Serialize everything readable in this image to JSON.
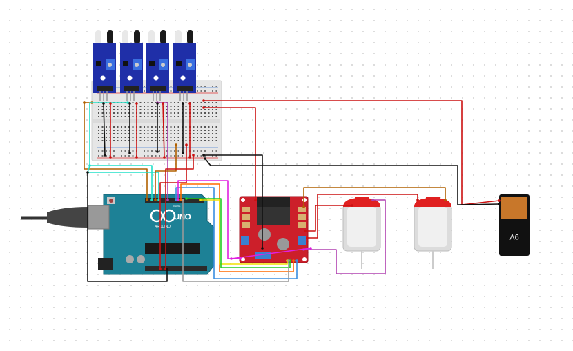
{
  "canvas": {
    "type": "circuit-schematic"
  },
  "arduino": {
    "brand_label": "ARDUINO",
    "model_label": "UNO",
    "digital_label": "DIGITAL",
    "color": "#1d8196"
  },
  "motor_driver": {
    "color": "#cc1f2a"
  },
  "ir_sensors": {
    "count": 4,
    "color": "#1f2fa8"
  },
  "battery": {
    "label": "9V",
    "color": "#111111",
    "cap_color": "#c8772a"
  },
  "motors": {
    "count": 2,
    "cap_color": "#e02020"
  },
  "colors": {
    "wire_red": "#cc1111",
    "wire_black": "#111111",
    "wire_cyan": "#22e0c8",
    "wire_magenta": "#e020e0",
    "wire_yellow": "#f0e000",
    "wire_green": "#22cc22",
    "wire_orange": "#ff6a00",
    "wire_blue": "#3a8ee0",
    "wire_gray": "#999999",
    "wire_brown": "#b06000",
    "wire_purple": "#b040b0"
  }
}
